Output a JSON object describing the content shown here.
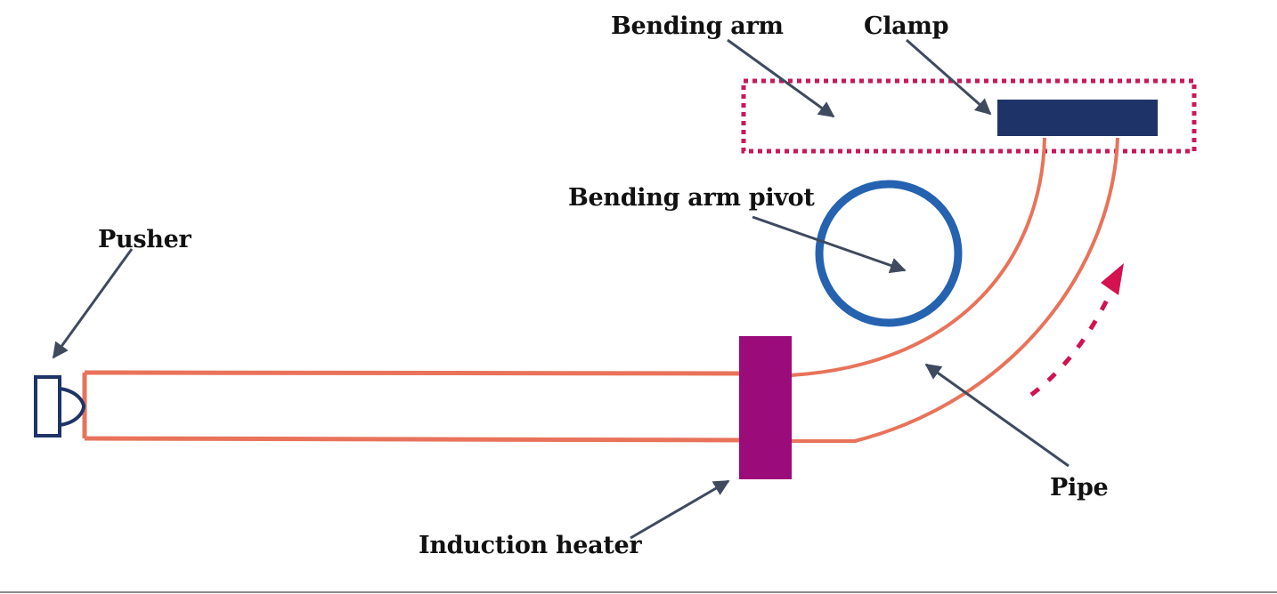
{
  "labels": {
    "bending_arm": "Bending arm",
    "clamp": "Clamp",
    "bending_arm_pivot": "Bending arm pivot",
    "pusher": "Pusher",
    "pipe": "Pipe",
    "induction_heater": "Induction heater"
  },
  "colors": {
    "pipe": "#e8735a",
    "heater": "#9b0b7a",
    "clamp": "#1e3468",
    "pivot": "#2563b0",
    "arm_outline": "#c8185c",
    "direction_arrow": "#d3124f",
    "pointer": "#3f4a5f",
    "pusher": "#1e3468"
  }
}
